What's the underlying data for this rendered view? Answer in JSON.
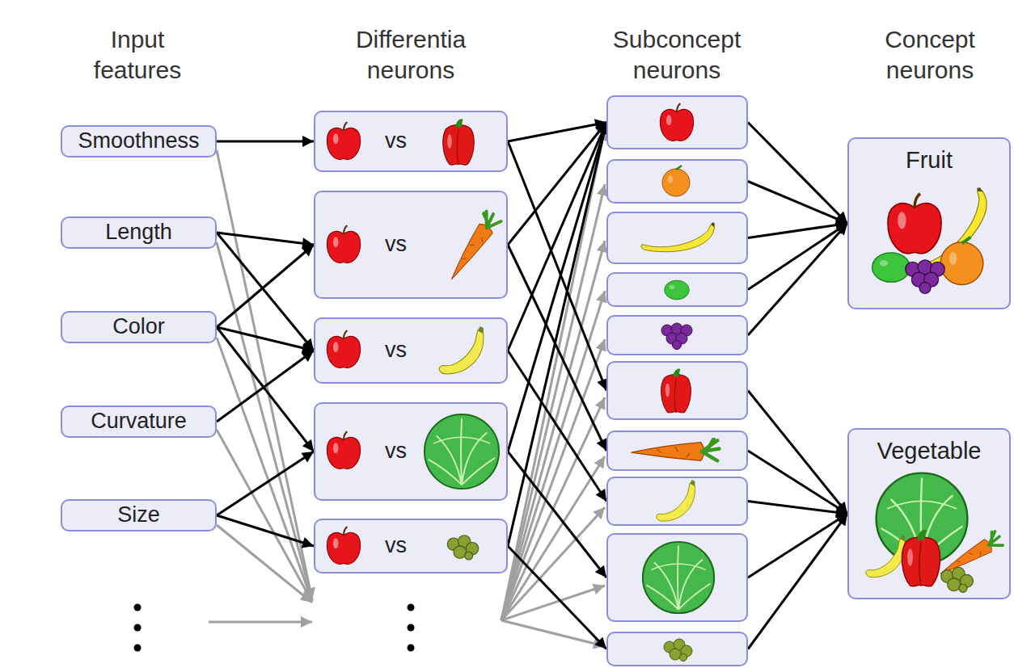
{
  "diagram": {
    "nodes": [
      {
        "text": [
          "Smoothness"
        ]
      },
      {
        "text": [
          "Length"
        ]
      },
      {
        "text": [
          "Color"
        ]
      },
      {
        "text": [
          "Curvature"
        ]
      },
      {
        "text": [
          "Size"
        ]
      },
      {
        "text": [
          "vs"
        ]
      },
      {
        "text": [
          "vs"
        ]
      },
      {
        "text": [
          "vs"
        ]
      },
      {
        "text": [
          "vs"
        ]
      },
      {
        "text": [
          "vs"
        ]
      },
      {
        "text": []
      },
      {
        "text": []
      },
      {
        "text": []
      },
      {
        "text": []
      },
      {
        "text": []
      },
      {
        "text": []
      },
      {
        "text": []
      },
      {
        "text": []
      },
      {
        "text": []
      },
      {
        "text": []
      },
      {
        "text": [
          "Fruit"
        ]
      },
      {
        "text": [
          "Vegetable"
        ]
      }
    ],
    "edges": [
      {
        "from": 0,
        "to": 5,
        "arrow": "to"
      },
      {
        "from": 1,
        "to": 6,
        "arrow": "to"
      },
      {
        "from": 1,
        "to": 7,
        "arrow": "to"
      },
      {
        "from": 2,
        "to": 6,
        "arrow": "to"
      },
      {
        "from": 2,
        "to": 7,
        "arrow": "to"
      },
      {
        "from": 2,
        "to": 8,
        "arrow": "to"
      },
      {
        "from": 3,
        "to": 7,
        "arrow": "to"
      },
      {
        "from": 4,
        "to": 8,
        "arrow": "to"
      },
      {
        "from": 4,
        "to": 9,
        "arrow": "to"
      },
      {
        "from": 5,
        "to": 10,
        "arrow": "to"
      },
      {
        "from": 5,
        "to": 15,
        "arrow": "to"
      },
      {
        "from": 6,
        "to": 10,
        "arrow": "to"
      },
      {
        "from": 6,
        "to": 16,
        "arrow": "to"
      },
      {
        "from": 7,
        "to": 10,
        "arrow": "to"
      },
      {
        "from": 7,
        "to": 17,
        "arrow": "to"
      },
      {
        "from": 8,
        "to": 10,
        "arrow": "to"
      },
      {
        "from": 8,
        "to": 18,
        "arrow": "to"
      },
      {
        "from": 9,
        "to": 10,
        "arrow": "to"
      },
      {
        "from": 9,
        "to": 19,
        "arrow": "to"
      },
      {
        "from": 10,
        "to": 20,
        "arrow": "to"
      },
      {
        "from": 11,
        "to": 20,
        "arrow": "to"
      },
      {
        "from": 12,
        "to": 20,
        "arrow": "to"
      },
      {
        "from": 13,
        "to": 20,
        "arrow": "to"
      },
      {
        "from": 14,
        "to": 20,
        "arrow": "to"
      },
      {
        "from": 15,
        "to": 21,
        "arrow": "to"
      },
      {
        "from": 16,
        "to": 21,
        "arrow": "to"
      },
      {
        "from": 17,
        "to": 21,
        "arrow": "to"
      },
      {
        "from": 18,
        "to": 21,
        "arrow": "to"
      },
      {
        "from": 19,
        "to": 21,
        "arrow": "to"
      }
    ],
    "labels": [
      "Input features",
      "Differentia neurons",
      "Subconcept neurons",
      "Concept neurons"
    ]
  }
}
